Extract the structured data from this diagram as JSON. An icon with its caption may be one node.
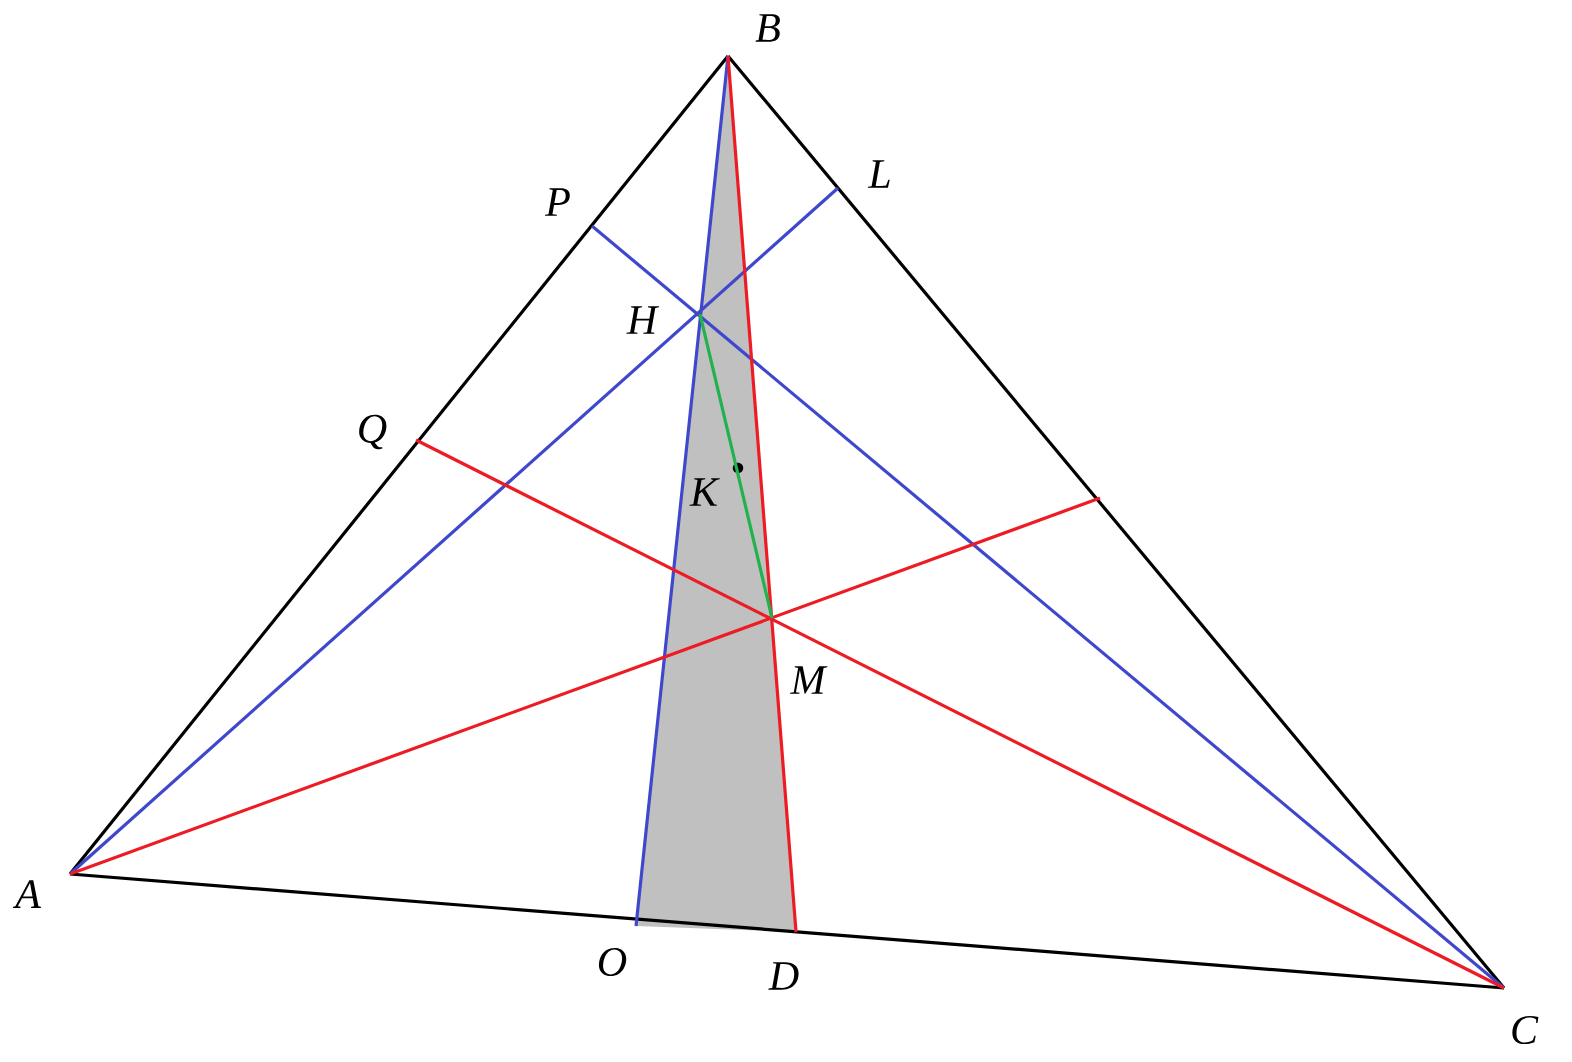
{
  "diagram": {
    "nodes": [
      {
        "text": [
          "B"
        ]
      },
      {
        "text": [
          "P"
        ]
      },
      {
        "text": [
          "L"
        ]
      },
      {
        "text": [
          "H"
        ]
      },
      {
        "text": [
          "Q"
        ]
      },
      {
        "text": [
          "K"
        ]
      },
      {
        "text": [
          "M"
        ]
      },
      {
        "text": [
          "A"
        ]
      },
      {
        "text": [
          "O"
        ]
      },
      {
        "text": [
          "D"
        ]
      },
      {
        "text": [
          "C"
        ]
      }
    ],
    "edges": [
      {
        "from": 7,
        "to": 0,
        "arrow": "none",
        "color": "#000000"
      },
      {
        "from": 0,
        "to": 10,
        "arrow": "none",
        "color": "#000000"
      },
      {
        "from": 10,
        "to": 7,
        "arrow": "none",
        "color": "#000000"
      },
      {
        "from": 7,
        "to": 2,
        "arrow": "none",
        "color": "#3f48cc"
      },
      {
        "from": 10,
        "to": 1,
        "arrow": "none",
        "color": "#3f48cc"
      },
      {
        "from": 0,
        "to": 8,
        "arrow": "none",
        "color": "#3f48cc"
      },
      {
        "from": 10,
        "to": 4,
        "arrow": "none",
        "color": "#ed1c24"
      },
      {
        "from": 7,
        "to": null,
        "arrow": "none",
        "color": "#ed1c24"
      },
      {
        "from": 0,
        "to": 9,
        "arrow": "none",
        "color": "#ed1c24"
      },
      {
        "from": 3,
        "to": 6,
        "arrow": "none",
        "color": "#22b14c"
      }
    ]
  }
}
